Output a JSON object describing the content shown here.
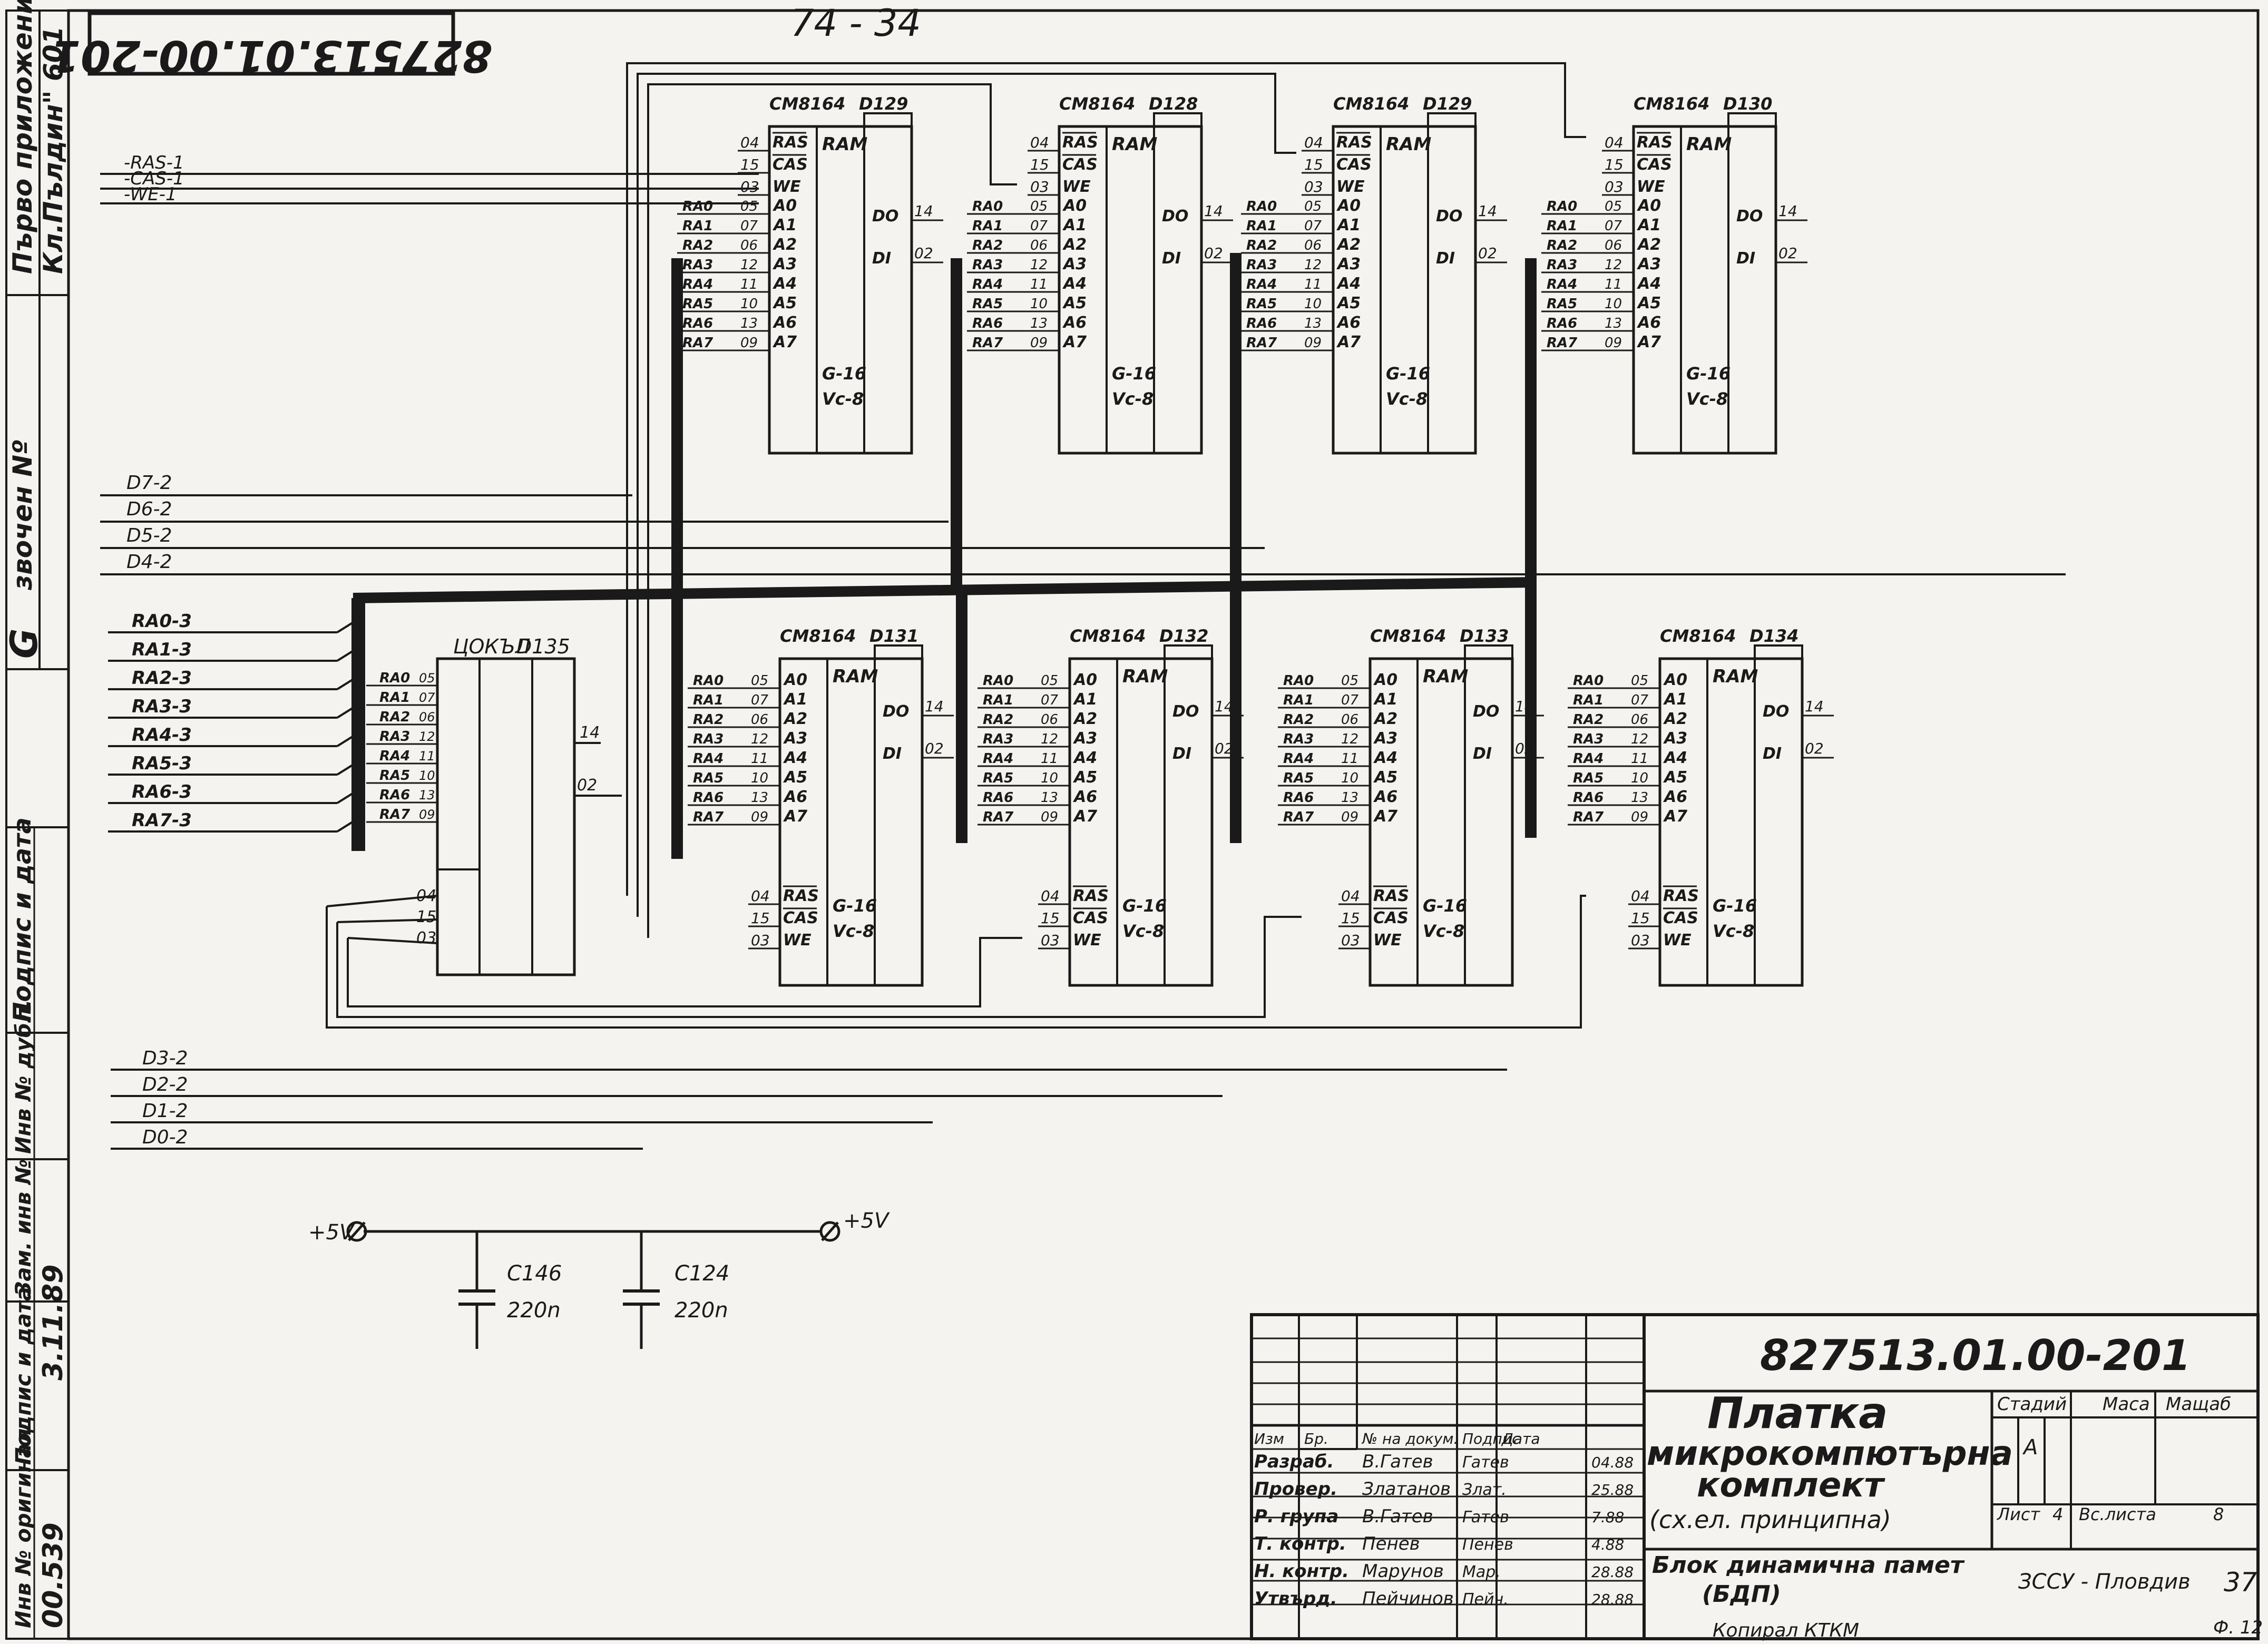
{
  "doc_number": "827513.01.00-201",
  "top_note": "74 - 34",
  "left_strip": {
    "first_use": "Първо приложение",
    "ref_board": "Кл.Пълдин\" 601",
    "ref_no": "звочен Nº",
    "sign_date": "Подпис и дата",
    "inv_dup": "Инв № дубл.",
    "replaced": "Зам. инв №",
    "sign_date_2": "Подпис и дата",
    "sign_val": "3.11.89",
    "inv_orig": "Инв № оригинал",
    "inv_val": "00.539",
    "mark_g": "G"
  },
  "signals_left": [
    "-RAS-1",
    "-CAS-1",
    "-WE-1"
  ],
  "data_hi": [
    "D7-2",
    "D6-2",
    "D5-2",
    "D4-2"
  ],
  "addr_in": [
    "RA0-3",
    "RA1-3",
    "RA2-3",
    "RA3-3",
    "RA4-3",
    "RA5-3",
    "RA6-3",
    "RA7-3"
  ],
  "data_lo": [
    "D3-2",
    "D2-2",
    "D1-2",
    "D0-2"
  ],
  "chips_top": [
    {
      "part": "CM8164",
      "ref": "D129"
    },
    {
      "part": "CM8164",
      "ref": "D128"
    },
    {
      "part": "CM8164",
      "ref": "D129"
    },
    {
      "part": "CM8164",
      "ref": "D130"
    }
  ],
  "chips_bottom": [
    {
      "part": "CM8164",
      "ref": "D131"
    },
    {
      "part": "CM8164",
      "ref": "D132"
    },
    {
      "part": "CM8164",
      "ref": "D133"
    },
    {
      "part": "CM8164",
      "ref": "D134"
    }
  ],
  "chip_text": {
    "ram": "RAM",
    "a_pins": [
      "A0",
      "A1",
      "A2",
      "A3",
      "A4",
      "A5",
      "A6",
      "A7"
    ],
    "ra_nets": [
      "RA0",
      "RA1",
      "RA2",
      "RA3",
      "RA4",
      "RA5",
      "RA6",
      "RA7"
    ],
    "a_pin_nums": [
      "05",
      "07",
      "06",
      "12",
      "11",
      "10",
      "13",
      "09"
    ],
    "ctrl": [
      "RAS",
      "CAS",
      "WE"
    ],
    "ctrl_nums": [
      "04",
      "15",
      "03"
    ],
    "di": "DI",
    "do": "DO",
    "di_num": "02",
    "do_num": "14",
    "g": "G-16",
    "vc": "Vc-8"
  },
  "socket": {
    "label": "ЦОКЪЛ",
    "ref": "D135",
    "pin_do": "14",
    "pin_di": "02",
    "ctrl_nums": [
      "04",
      "15",
      "03"
    ]
  },
  "power": {
    "left": "+5V",
    "right": "+5V"
  },
  "caps": [
    {
      "ref": "C146",
      "value": "220n"
    },
    {
      "ref": "C124",
      "value": "220n"
    }
  ],
  "title_block": {
    "doc_number": "827513.01.00-201",
    "title_line1": "Платка",
    "title_line2": "микрокомпютърна",
    "title_line3": "комплект",
    "title_line4": "(сх.ел. принципна)",
    "stage_hdr": "Стадий",
    "mass_hdr": "Маса",
    "scale_hdr": "Мащаб",
    "stage_val": "A",
    "sheet_label": "Лист",
    "sheet_val": "4",
    "sheets_label": "Вс.листа",
    "sheets_val": "8",
    "subtitle1": "Блок динамична памет",
    "subtitle2": "(БДП)",
    "org": "ЗССУ - Пловдив",
    "col_hdr": [
      "Изм",
      "Бр.",
      "№ на докум.",
      "Подпис",
      "Дата"
    ],
    "rows": [
      {
        "role": "Разраб.",
        "name": "В.Гатев",
        "sign": "Гатев",
        "date": "04.88"
      },
      {
        "role": "Провер.",
        "name": "Златанов",
        "sign": "Злат.",
        "date": "25.88"
      },
      {
        "role": "Р. група",
        "name": "В.Гатев",
        "sign": "Гатев",
        "date": "7.88"
      },
      {
        "role": "Т. контр.",
        "name": "Пенев",
        "sign": "Пенев",
        "date": "4.88"
      },
      {
        "role": "Н. контр.",
        "name": "Марунов",
        "sign": "Мар.",
        "date": "28.88"
      },
      {
        "role": "Утвърд.",
        "name": "Пейчинов",
        "sign": "Пейч.",
        "date": "28.88"
      }
    ],
    "page_num": "37",
    "format": "Ф. 12",
    "bottom_note": "Копирал КТКМ"
  }
}
